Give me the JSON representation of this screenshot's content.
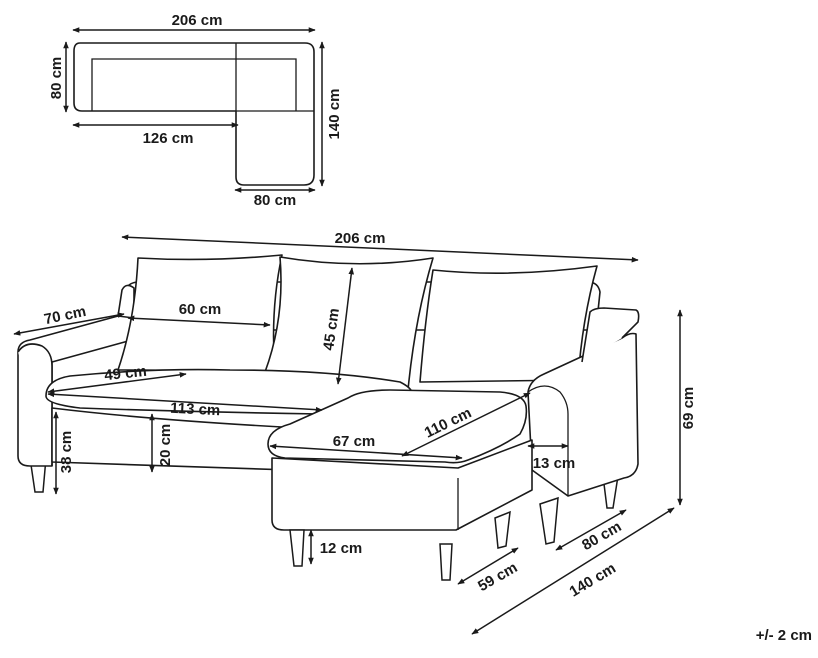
{
  "plan": {
    "total_width": "206 cm",
    "depth": "80 cm",
    "seat_length": "126 cm",
    "chaise_length": "140 cm",
    "chaise_width": "80 cm"
  },
  "sofa": {
    "total_width": "206 cm",
    "arm_depth": "70 cm",
    "back_cushion_width": "60 cm",
    "back_cushion_height": "45 cm",
    "seat_depth": "49 cm",
    "seat_width": "113 cm",
    "chaise_length": "110 cm",
    "chaise_width": "67 cm",
    "seat_height": "38 cm",
    "cushion_height": "20 cm",
    "arm_width": "13 cm",
    "total_height": "69 cm",
    "leg_height": "12 cm",
    "ottoman_depth": "59 cm",
    "depth": "80 cm",
    "chaise_total_depth": "140 cm"
  },
  "tolerance": "+/- 2 cm"
}
